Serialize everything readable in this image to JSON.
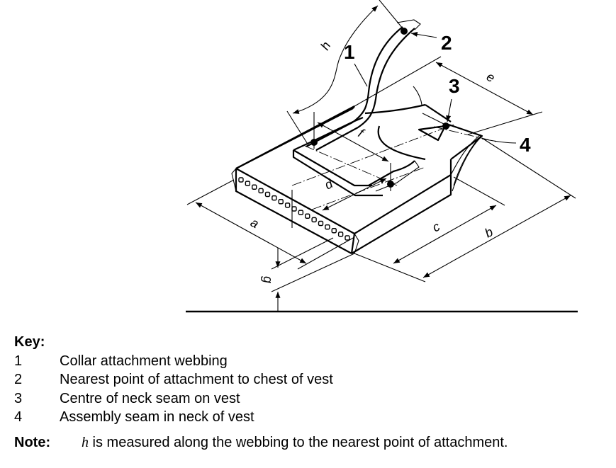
{
  "figure": {
    "callouts": [
      "1",
      "2",
      "3",
      "4"
    ],
    "dimensions": {
      "a": "a",
      "b": "b",
      "c": "c",
      "d": "d",
      "e": "e",
      "f": "f",
      "g": "g",
      "h": "h"
    }
  },
  "key": {
    "title": "Key:",
    "items": [
      {
        "number": "1",
        "text": "Collar attachment webbing"
      },
      {
        "number": "2",
        "text": "Nearest point of attachment to chest of vest"
      },
      {
        "number": "3",
        "text": "Centre of neck seam on vest"
      },
      {
        "number": "4",
        "text": "Assembly seam in neck of vest"
      }
    ]
  },
  "note": {
    "label": "Note:",
    "variable": "h",
    "text": " is measured along the webbing to the nearest point of attachment."
  }
}
